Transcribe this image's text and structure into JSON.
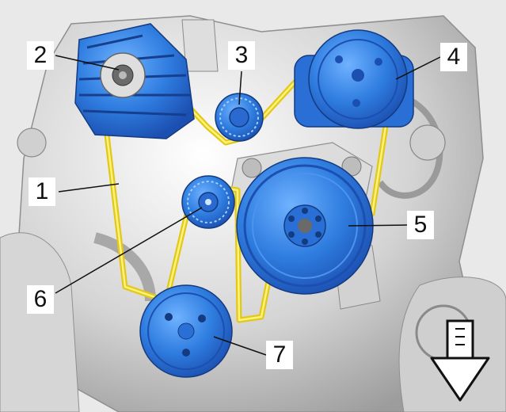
{
  "figure": {
    "callouts": [
      {
        "label": "1",
        "component": "drive-belt"
      },
      {
        "label": "2",
        "component": "generator"
      },
      {
        "label": "3",
        "component": "idler-pulley-upper"
      },
      {
        "label": "4",
        "component": "ac-compressor"
      },
      {
        "label": "5",
        "component": "crankshaft-pulley"
      },
      {
        "label": "6",
        "component": "belt-tensioner"
      },
      {
        "label": "7",
        "component": "water-pump-pulley"
      }
    ],
    "direction_indicator": "arrow-down-icon",
    "colors": {
      "component_blue": "#2f7de0",
      "component_blue_dark": "#1b4fb0",
      "belt_yellow": "#f2df2e",
      "engine_gray": "#cfcfcf",
      "engine_shadow": "#9a9a9a",
      "label_bg": "#ffffff",
      "label_text": "#111111"
    }
  }
}
